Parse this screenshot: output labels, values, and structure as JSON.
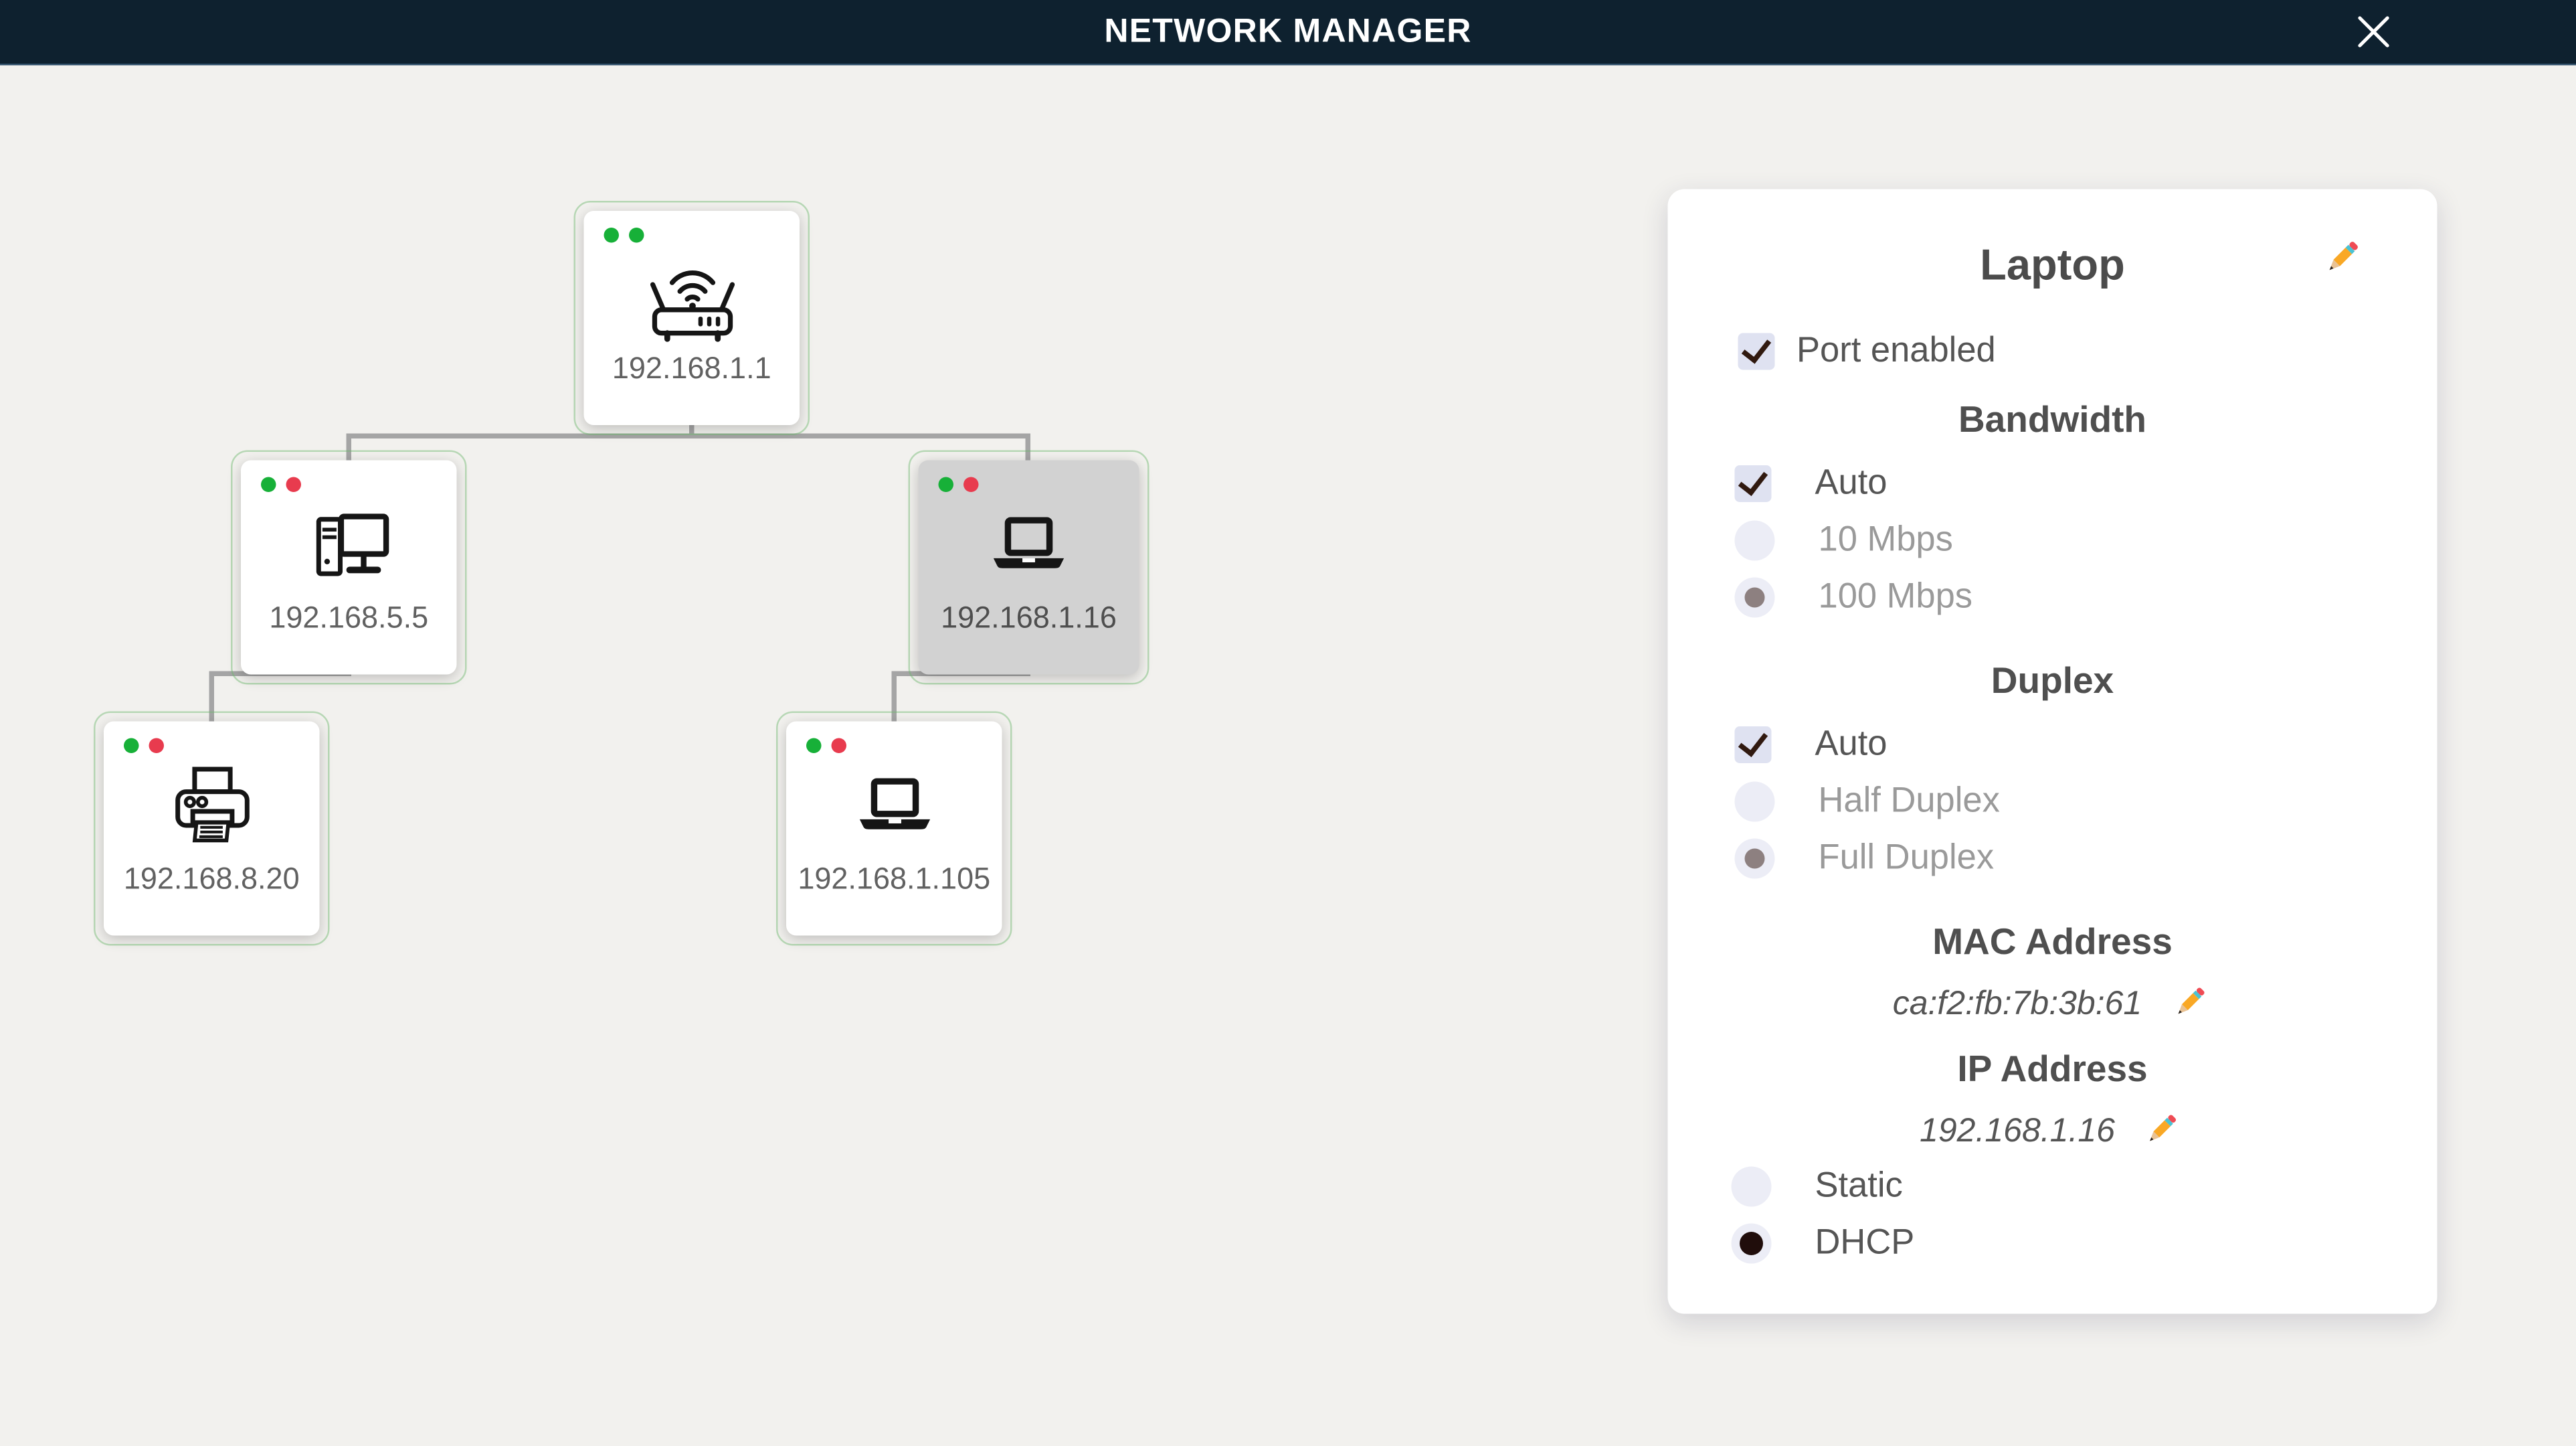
{
  "header": {
    "title": "NETWORK MANAGER",
    "close_icon": "close-x"
  },
  "colors": {
    "background": "#f2f1ee",
    "header_bg": "#0e212f",
    "connector": "#a5a5a5",
    "node_bg": "#ffffff",
    "node_selected_bg": "#d2d2d2",
    "status_green": "#17b038",
    "status_red": "#e83b4e",
    "checkbox_bg": "#dfe2f1",
    "radio_bg": "#ecedf6",
    "radio_dot_muted": "#8d8080",
    "radio_dot_dark": "#200d0b",
    "text_primary": "#4b4b4b",
    "text_dim": "#9a9a9a"
  },
  "topology": {
    "nodes": [
      {
        "id": "router",
        "type": "router",
        "ip": "192.168.1.1",
        "status_dots": [
          "green",
          "green"
        ],
        "selected": false
      },
      {
        "id": "desktop",
        "type": "desktop",
        "ip": "192.168.5.5",
        "status_dots": [
          "green",
          "red"
        ],
        "selected": false
      },
      {
        "id": "laptop1",
        "type": "laptop",
        "ip": "192.168.1.16",
        "status_dots": [
          "green",
          "red"
        ],
        "selected": true
      },
      {
        "id": "printer",
        "type": "printer",
        "ip": "192.168.8.20",
        "status_dots": [
          "green",
          "red"
        ],
        "selected": false
      },
      {
        "id": "laptop2",
        "type": "laptop",
        "ip": "192.168.1.105",
        "status_dots": [
          "green",
          "red"
        ],
        "selected": false
      }
    ],
    "edges": [
      {
        "from": "router",
        "to": "desktop"
      },
      {
        "from": "router",
        "to": "laptop1"
      },
      {
        "from": "desktop",
        "to": "printer"
      },
      {
        "from": "laptop1",
        "to": "laptop2"
      }
    ]
  },
  "panel": {
    "title": "Laptop",
    "edit_icon": "pencil",
    "port": {
      "label": "Port enabled",
      "checked": true
    },
    "bandwidth": {
      "heading": "Bandwidth",
      "options": [
        {
          "label": "Auto",
          "control": "checkbox",
          "state": "checked",
          "dimmed": false
        },
        {
          "label": "10 Mbps",
          "control": "radio",
          "state": "unselected",
          "dimmed": true
        },
        {
          "label": "100 Mbps",
          "control": "radio",
          "state": "selected",
          "dimmed": true
        }
      ]
    },
    "duplex": {
      "heading": "Duplex",
      "options": [
        {
          "label": "Auto",
          "control": "checkbox",
          "state": "checked",
          "dimmed": false
        },
        {
          "label": "Half Duplex",
          "control": "radio",
          "state": "unselected",
          "dimmed": true
        },
        {
          "label": "Full Duplex",
          "control": "radio",
          "state": "selected",
          "dimmed": true
        }
      ]
    },
    "mac": {
      "heading": "MAC Address",
      "value": "ca:f2:fb:7b:3b:61"
    },
    "ip": {
      "heading": "IP Address",
      "value": "192.168.1.16"
    },
    "ip_mode": {
      "options": [
        {
          "label": "Static",
          "state": "unselected"
        },
        {
          "label": "DHCP",
          "state": "selected"
        }
      ]
    }
  }
}
